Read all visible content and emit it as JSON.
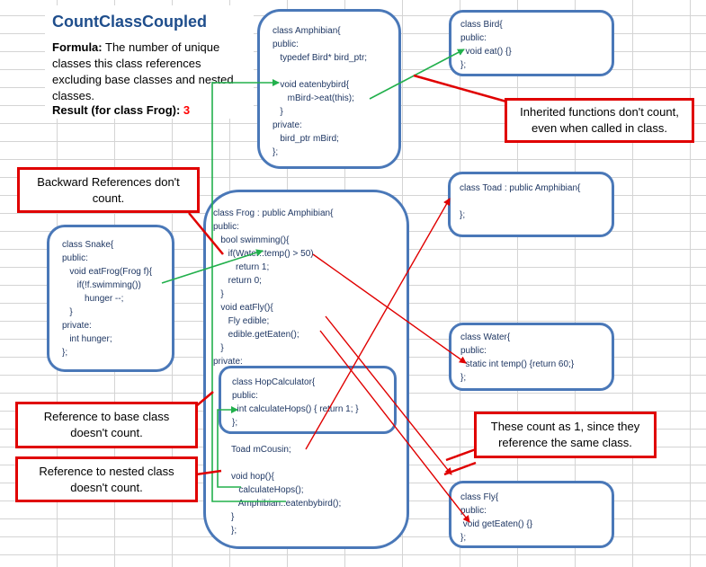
{
  "info": {
    "title": "CountClassCoupled",
    "formula_label": "Formula:",
    "formula_text": " The number of unique classes this class  references excluding base classes and nested classes.",
    "result_label": "Result  (for class Frog):",
    "result_value": "3"
  },
  "code": {
    "amphibian": "class Amphibian{\npublic:\n   typedef Bird* bird_ptr;\n\n   void eatenbybird{\n      mBird->eat(this);\n   }\nprivate:\n   bird_ptr mBird;\n};",
    "bird": "class Bird{\npublic:\n  void eat() {}\n};",
    "toad": "class Toad : public Amphibian{\n\n};",
    "snake": "class Snake{\npublic:\n   void eatFrog(Frog f){\n      if(!f.swimming())\n         hunger --;\n   }\nprivate:\n   int hunger;\n};",
    "frog_top": "class Frog : public Amphibian{\npublic:\n   bool swimming(){\n      if(Water::temp() > 50)\n         return 1;\n      return 0;\n   }\n   void eatFly(){\n      Fly edible;\n      edible.getEaten();\n   }\nprivate:",
    "hop": "class HopCalculator{\npublic:\n  int calculateHops() { return 1; }\n};",
    "frog_bottom": "Toad mCousin;\n\nvoid hop(){\n   calculateHops();\n   Amphibian::eatenbybird();\n}\n};",
    "water": "class Water{\npublic:\n  static int temp() {return 60;}\n};",
    "fly": "class Fly{\npublic:\n void getEaten() {}\n};"
  },
  "notes": {
    "inherited": [
      "Inherited functions don't count,",
      "even when called in class."
    ],
    "backward": [
      "Backward References don't",
      "count."
    ],
    "base": [
      "Reference to base class",
      "doesn't count."
    ],
    "nested": [
      "Reference to nested class",
      "doesn't count."
    ],
    "same": [
      "These count as 1, since they",
      "reference the same class."
    ]
  },
  "colors": {
    "box_border": "#4a78b8",
    "code_text": "#1f3763",
    "note_border": "#e00000",
    "arrow_red": "#e00000",
    "arrow_green": "#22b04c",
    "title": "#1f4e8c"
  }
}
